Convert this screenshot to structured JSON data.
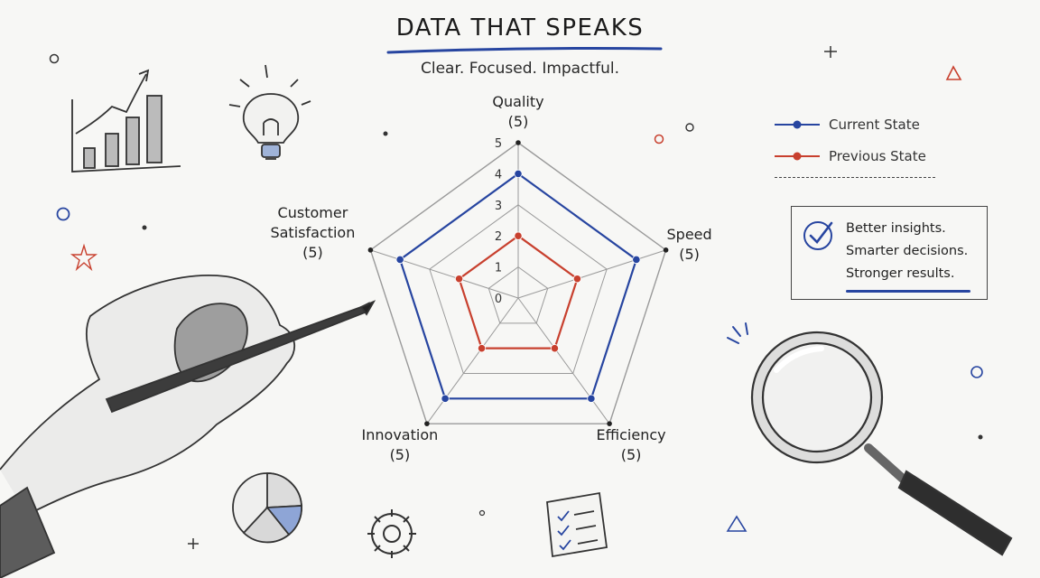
{
  "header": {
    "title": "DATA THAT SPEAKS",
    "subtitle": "Clear. Focused. Impactful."
  },
  "colors": {
    "current": "#2745a0",
    "previous": "#c8402e",
    "ink": "#222222",
    "grid": "#9a9a9a"
  },
  "chart_data": {
    "type": "radar",
    "axes": [
      {
        "label": "Quality",
        "value_label": "(5)"
      },
      {
        "label": "Speed",
        "value_label": "(5)"
      },
      {
        "label": "Efficiency",
        "value_label": "(5)"
      },
      {
        "label": "Innovation",
        "value_label": "(5)"
      },
      {
        "label": "Customer Satisfaction",
        "label_lines": [
          "Customer",
          "Satisfaction"
        ],
        "value_label": "(5)"
      }
    ],
    "range": [
      0,
      5
    ],
    "ticks": [
      "0",
      "1",
      "2",
      "3",
      "4",
      "5"
    ],
    "grid": true,
    "legend_position": "top-right",
    "series": [
      {
        "name": "Current State",
        "color": "#2745a0",
        "values": [
          4,
          4,
          4,
          4,
          4
        ]
      },
      {
        "name": "Previous State",
        "color": "#c8402e",
        "values": [
          2,
          2,
          2,
          2,
          2
        ]
      }
    ]
  },
  "note": {
    "lines": [
      "Better insights.",
      "Smarter decisions.",
      "Stronger results."
    ]
  },
  "icons": [
    "bar-growth-icon",
    "lightbulb-icon",
    "hand-pencil-icon",
    "pie-chart-icon",
    "gear-icon",
    "checklist-icon",
    "magnifier-icon",
    "checkmark-icon"
  ]
}
